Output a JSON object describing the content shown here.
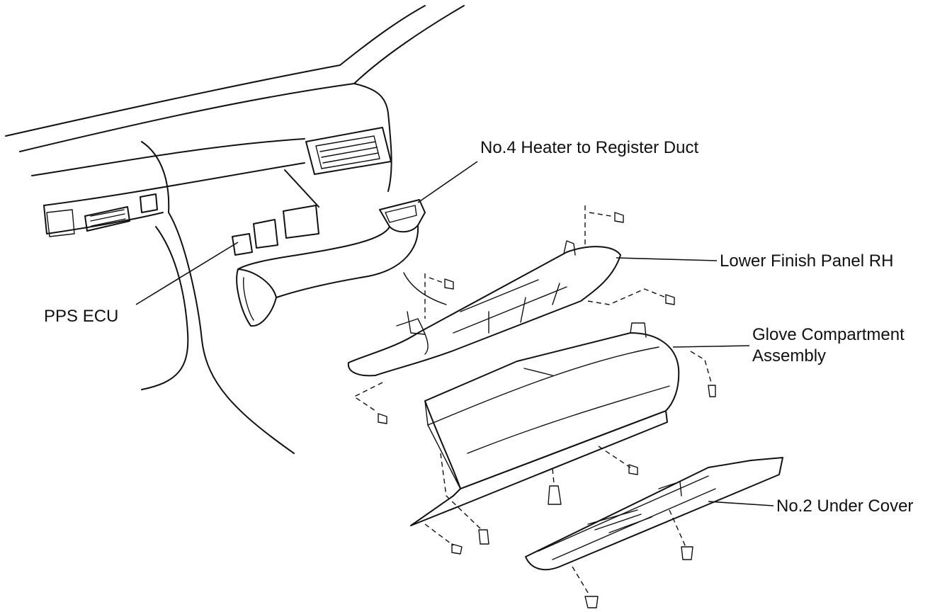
{
  "labels": {
    "duct": "No.4 Heater to Register Duct",
    "lower_panel": "Lower Finish Panel RH",
    "ecu": "PPS ECU",
    "glove_line1": "Glove Compartment",
    "glove_line2": "Assembly",
    "under_cover": "No.2 Under Cover"
  }
}
